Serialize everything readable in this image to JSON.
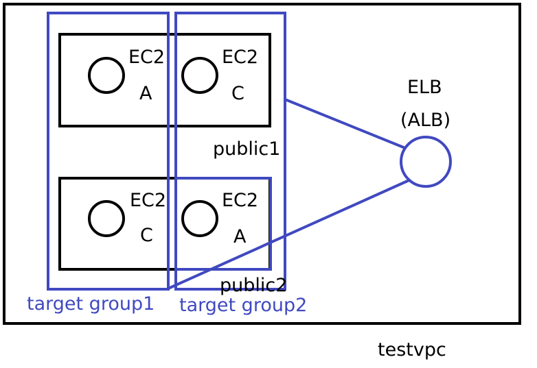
{
  "vpc": {
    "label": "testvpc"
  },
  "subnets": [
    {
      "id": "public1",
      "label": "public1"
    },
    {
      "id": "public2",
      "label": "public2"
    }
  ],
  "instances": [
    {
      "id": "ec2-a-public1",
      "type": "EC2",
      "az": "A"
    },
    {
      "id": "ec2-c-public1",
      "type": "EC2",
      "az": "C"
    },
    {
      "id": "ec2-c-public2",
      "type": "EC2",
      "az": "C"
    },
    {
      "id": "ec2-a-public2",
      "type": "EC2",
      "az": "A"
    }
  ],
  "target_groups": [
    {
      "id": "tg1",
      "label": "target group1"
    },
    {
      "id": "tg2",
      "label": "target group2"
    }
  ],
  "load_balancer": {
    "label": "ELB",
    "sublabel": "(ALB)"
  },
  "colors": {
    "outline": "#000000",
    "target_group": "#4049c0",
    "target_group_text": "#4049c0",
    "text": "#000000",
    "background": "#ffffff"
  }
}
